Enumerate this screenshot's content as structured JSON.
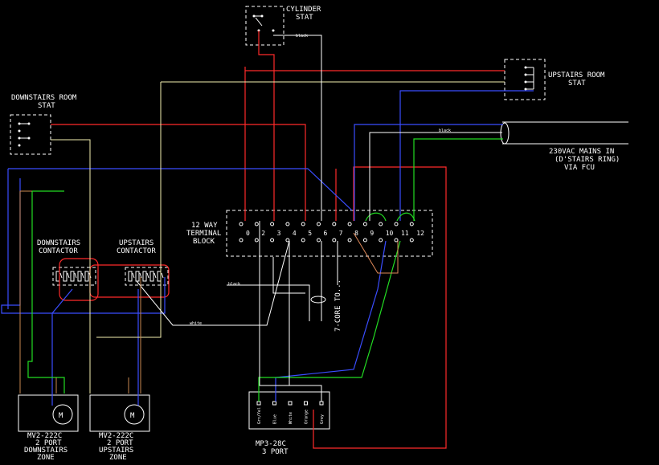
{
  "labels": {
    "cylinder_stat": [
      "CYLINDER",
      "STAT"
    ],
    "upstairs_room_stat": [
      "UPSTAIRS ROOM",
      "STAT"
    ],
    "downstairs_room_stat": [
      "DOWNSTAIRS ROOM",
      "STAT"
    ],
    "mains": [
      "230VAC MAINS IN",
      "(D'STAIRS RING)",
      "VIA FCU"
    ],
    "terminal_block": [
      "12 WAY",
      "TERMINAL",
      "BLOCK"
    ],
    "downstairs_contactor": [
      "DOWNSTAIRS",
      "CONTACTOR"
    ],
    "upstairs_contactor": [
      "UPSTAIRS",
      "CONTACTOR"
    ],
    "seven_core": "7-CORE TO...",
    "valve_downstairs": [
      "MV2-222C",
      "2 PORT",
      "DOWNSTAIRS",
      "ZONE"
    ],
    "valve_upstairs": [
      "MV2-222C",
      "2 PORT",
      "UPSTAIRS",
      "ZONE"
    ],
    "valve_3port": [
      "MP3-28C",
      "3 PORT"
    ],
    "motor_symbol": "M",
    "wire_black_1": "black",
    "wire_black_2": "black",
    "wire_black_3": "black",
    "wire_white": "white"
  },
  "terminal_numbers": [
    "0",
    "2",
    "3",
    "4",
    "5",
    "6",
    "7",
    "8",
    "9",
    "10",
    "11",
    "12"
  ],
  "mp3_terminals": [
    "Grn/Yel",
    "Blue",
    "White",
    "Orange",
    "Grey"
  ]
}
